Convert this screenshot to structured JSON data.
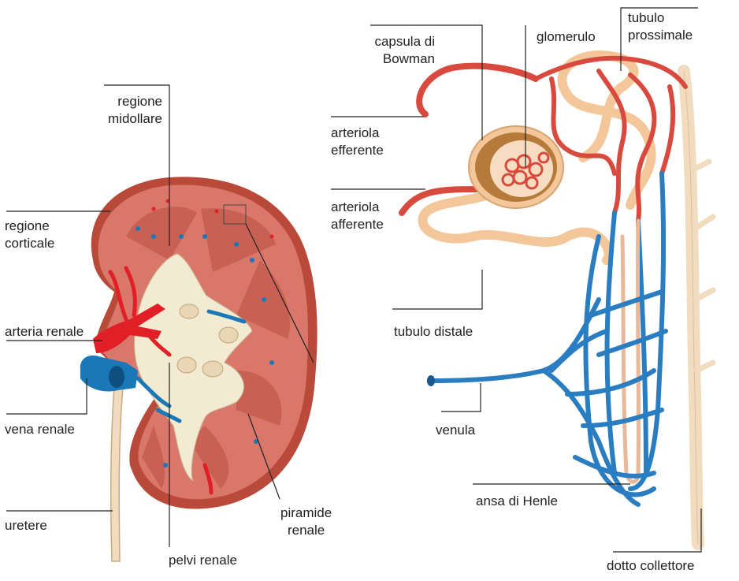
{
  "labels": {
    "regione_midollare": [
      "regione",
      "midollare"
    ],
    "regione_corticale": [
      "regione",
      "corticale"
    ],
    "arteria_renale": "arteria renale",
    "vena_renale": "vena renale",
    "uretere": "uretere",
    "pelvi_renale": "pelvi renale",
    "piramide_renale": [
      "piramide",
      "renale"
    ],
    "capsula_di_bowman": [
      "capsula di",
      "Bowman"
    ],
    "glomerulo": "glomerulo",
    "tubulo_prossimale": [
      "tubulo",
      "prossimale"
    ],
    "arteriola_efferente": [
      "arteriola",
      "efferente"
    ],
    "arteriola_afferente": [
      "arteriola",
      "afferente"
    ],
    "tubulo_distale": "tubulo distale",
    "venula": "venula",
    "ansa_di_henle": "ansa di Henle",
    "dotto_collettore": "dotto collettore"
  },
  "colors": {
    "kidney_cortex": "#d9776a",
    "kidney_capsule": "#b94a3a",
    "medulla_pyramid": "#c85e52",
    "pelvis": "#f3ead2",
    "artery": "#e01f26",
    "vein": "#1b78b8",
    "ureter": "#f1dcc0",
    "nephron_red": "#d94a3e",
    "nephron_blue": "#2a7dc0",
    "tubule": "#f3c79a",
    "bowman": "#b67a3a",
    "leader": "#222222"
  }
}
